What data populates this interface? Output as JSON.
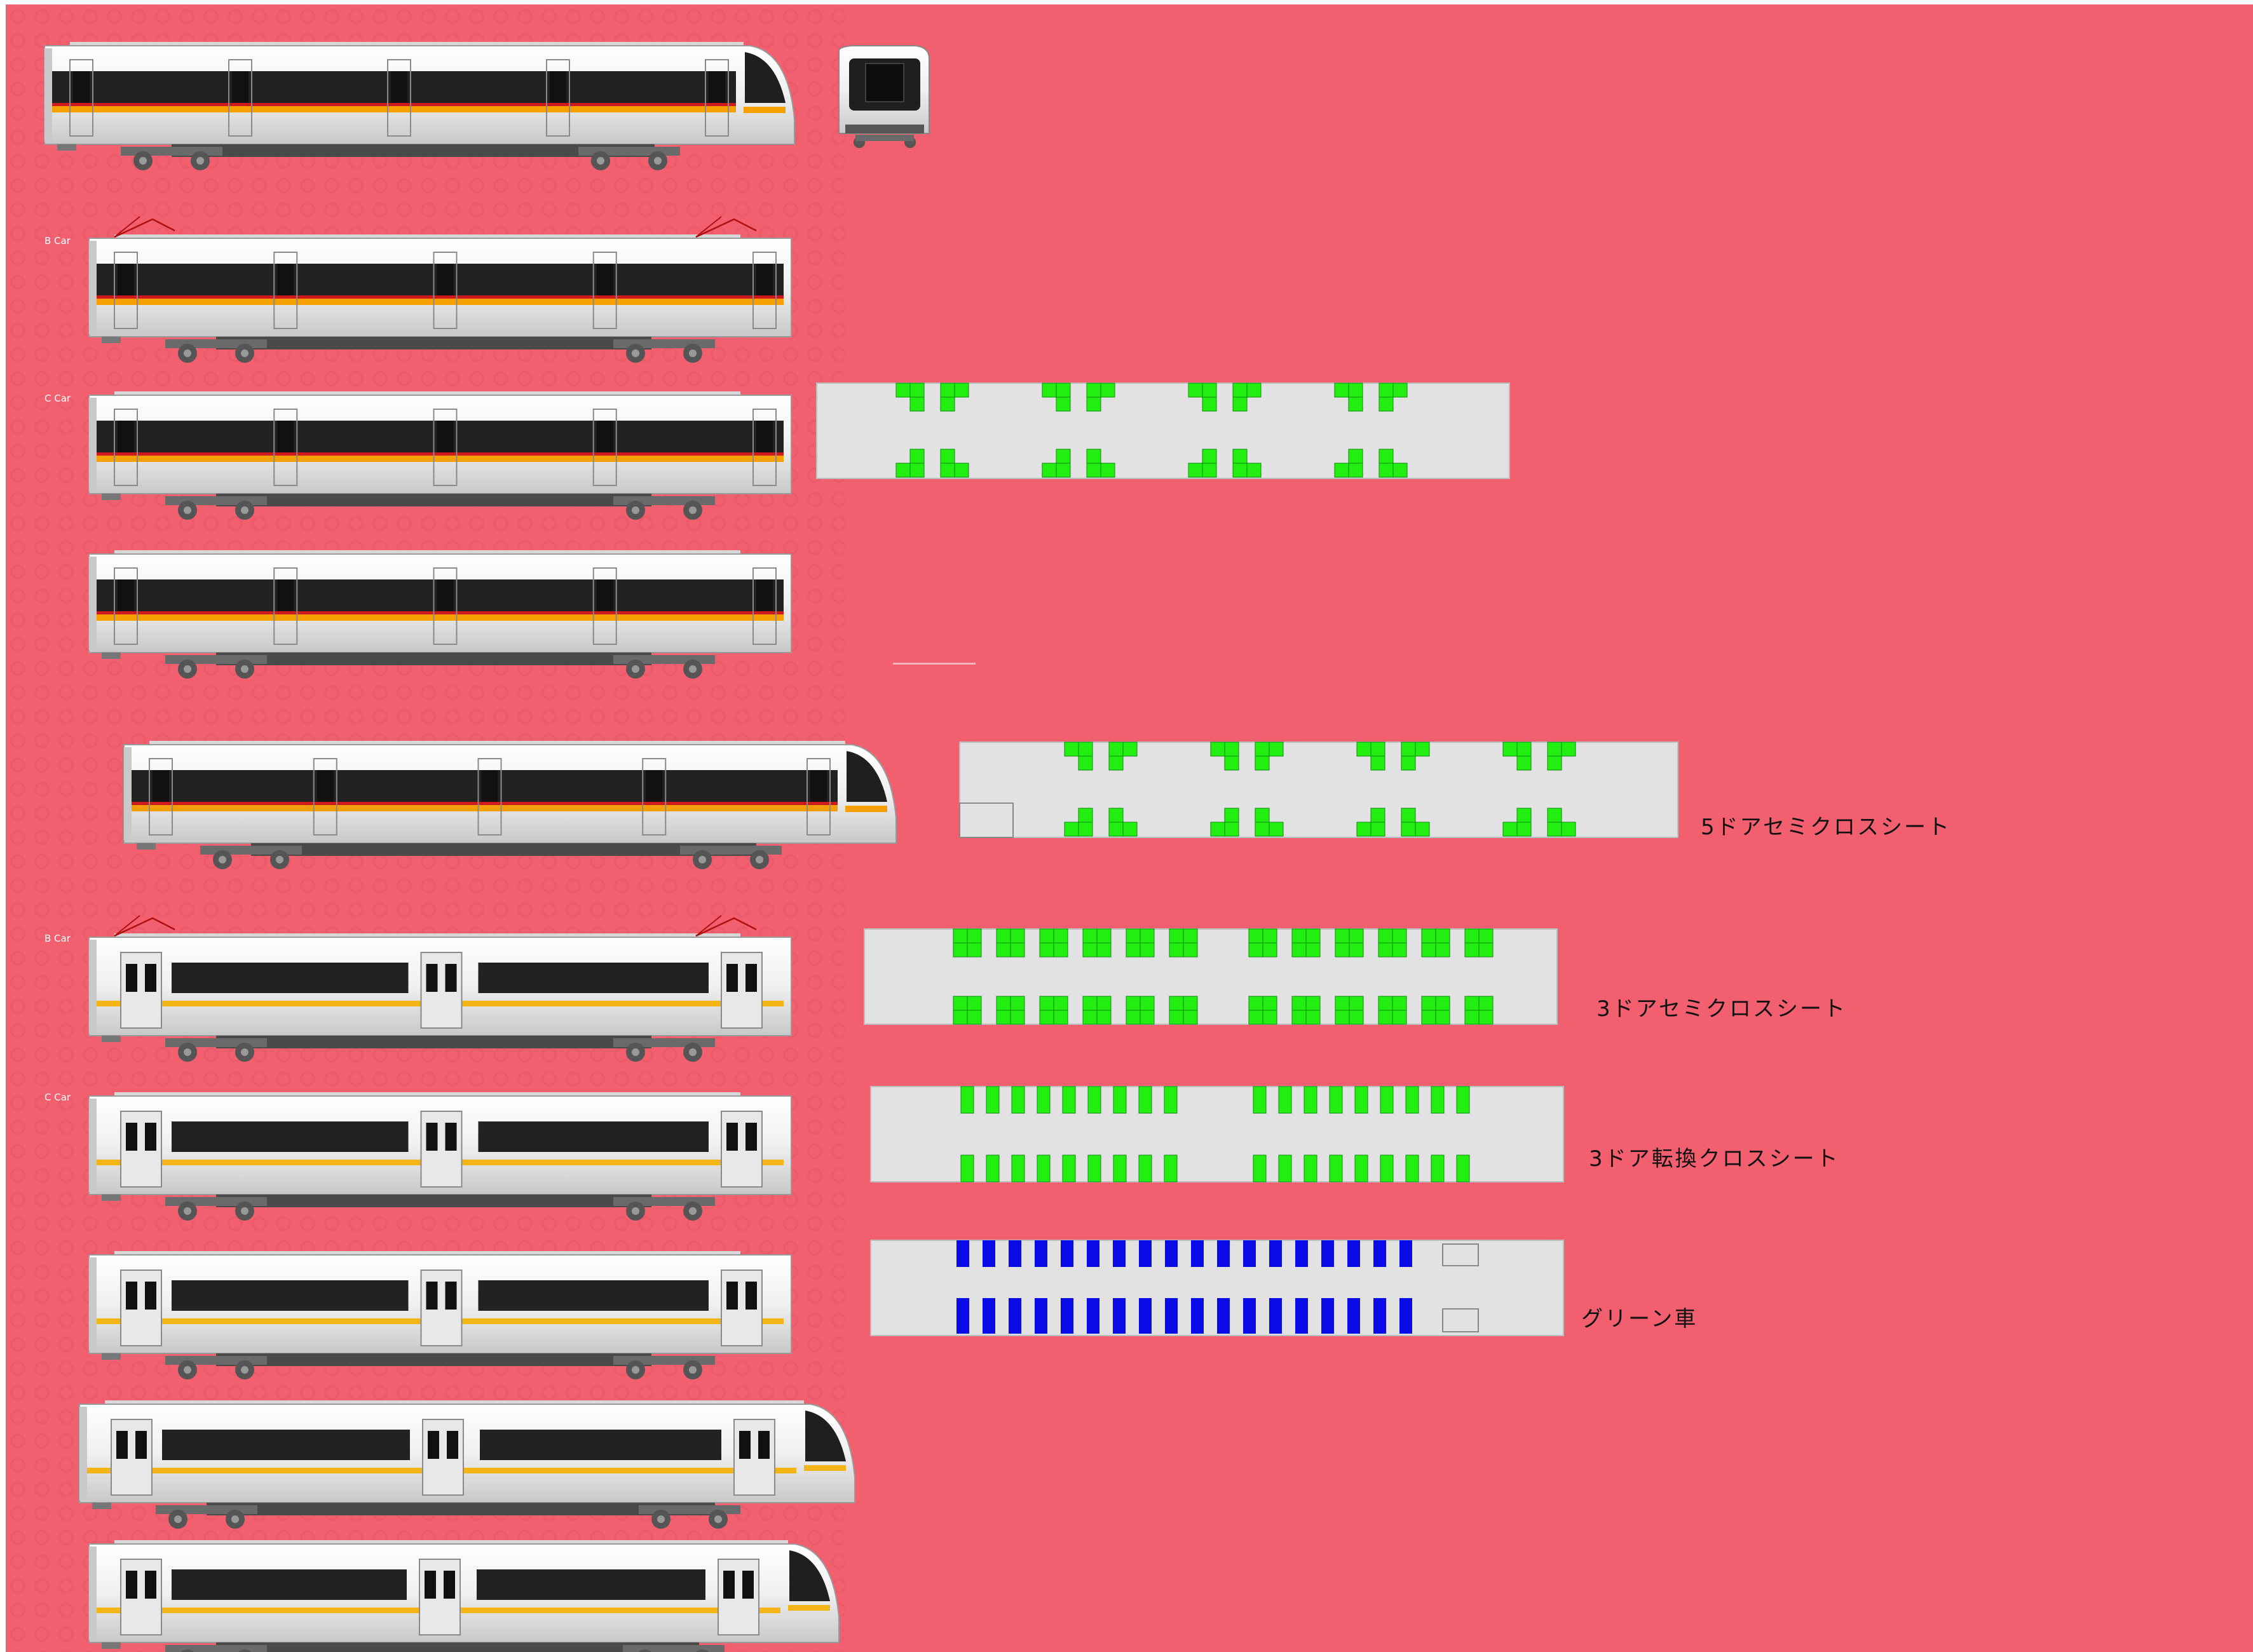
{
  "car_labels": {
    "b_car": "B Car",
    "c_car": "C Car",
    "b_car_2": "B Car",
    "c_car_2": "C Car"
  },
  "layouts": {
    "five_door_semi_cross": "5ドアセミクロスシート",
    "three_door_semi_cross": "3ドアセミクロスシート",
    "three_door_transverse_cross": "3ドア転換クロスシート",
    "green_car": "グリーン車"
  },
  "colors": {
    "background": "#f25f6f",
    "body_white": "#f2f2f2",
    "window_band": "#222222",
    "stripe_red": "#d0191e",
    "stripe_orange": "#f5a000",
    "stripe_yellow": "#f3b416",
    "floorplan_gray": "#e2e2e2",
    "seat_green": "#22ee11",
    "seat_blue": "#0a0ae6"
  }
}
